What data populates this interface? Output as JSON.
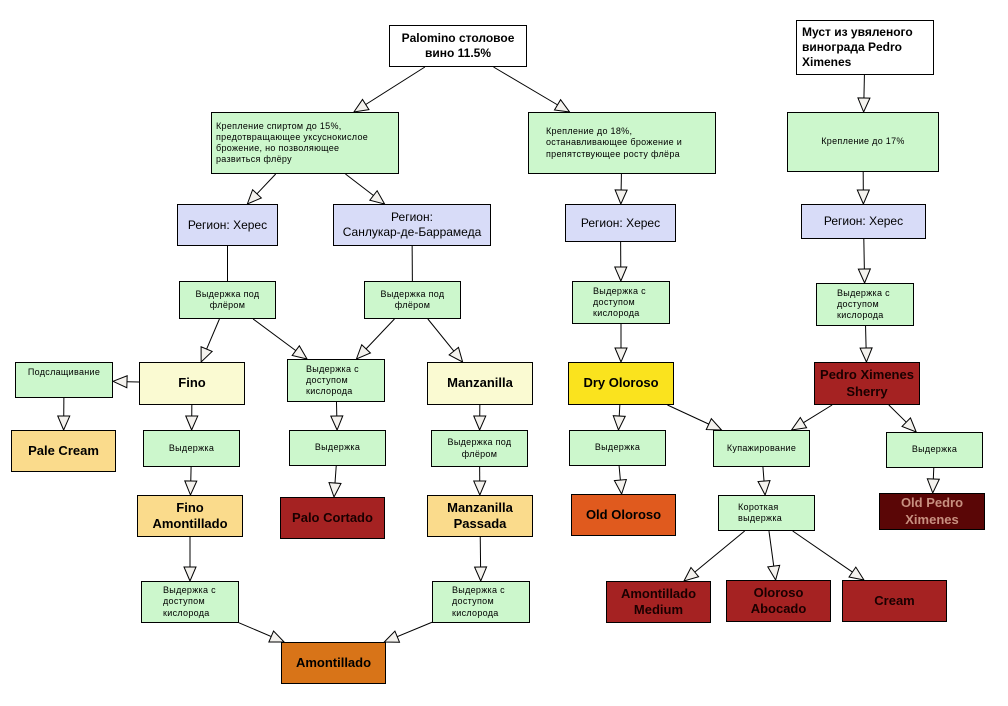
{
  "diagram": {
    "nodes": [
      {
        "id": "palomino",
        "label": "Palomino столовое\nвино 11.5%"
      },
      {
        "id": "must_px",
        "label": "Муст из увяленого\nвинограда Pedro\nXimenes"
      },
      {
        "id": "fort15",
        "label": "Крепление спиртом до 15%,\nпредотвращающее уксуснокислое\nброжение, но позволяющее\nразвиться флёру"
      },
      {
        "id": "fort18",
        "label": "Крепление до 18%,\nостанавливающее брожение и\nпрепятствующее росту флёра"
      },
      {
        "id": "fort17",
        "label": "Крепление до 17%"
      },
      {
        "id": "region_jerez1",
        "label": "Регион: Херес"
      },
      {
        "id": "region_sanlucar",
        "label": "Регион:\nСанлукар-де-Баррамеда"
      },
      {
        "id": "region_jerez2",
        "label": "Регион: Херес"
      },
      {
        "id": "region_jerez3",
        "label": "Регион: Херес"
      },
      {
        "id": "flor1",
        "label": "Выдержка под\nфлёром"
      },
      {
        "id": "flor2",
        "label": "Выдержка под\nфлёром"
      },
      {
        "id": "oxy_mid",
        "label": "Выдержка с\nдоступом\nкислорода"
      },
      {
        "id": "oxy_oloroso",
        "label": "Выдержка с\nдоступом\nкислорода"
      },
      {
        "id": "oxy_px",
        "label": "Выдержка с\nдоступом\nкислорода"
      },
      {
        "id": "sweeten",
        "label": "Подслащивание"
      },
      {
        "id": "fino",
        "label": "Fino"
      },
      {
        "id": "manzanilla",
        "label": "Manzanilla"
      },
      {
        "id": "dry_oloroso",
        "label": "Dry Oloroso"
      },
      {
        "id": "px_sherry",
        "label": "Pedro Ximenes\nSherry"
      },
      {
        "id": "pale_cream",
        "label": "Pale Cream"
      },
      {
        "id": "age_fino",
        "label": "Выдержка"
      },
      {
        "id": "age_mid",
        "label": "Выдержка"
      },
      {
        "id": "flor_manz",
        "label": "Выдержка под\nфлёром"
      },
      {
        "id": "age_oloroso",
        "label": "Выдержка"
      },
      {
        "id": "blend",
        "label": "Купажирование"
      },
      {
        "id": "age_px",
        "label": "Выдержка"
      },
      {
        "id": "fino_amontillado",
        "label": "Fino\nAmontillado"
      },
      {
        "id": "palo_cortado",
        "label": "Palo Cortado"
      },
      {
        "id": "manzanilla_passada",
        "label": "Manzanilla\nPassada"
      },
      {
        "id": "old_oloroso",
        "label": "Old Oloroso"
      },
      {
        "id": "short_age",
        "label": "Короткая\nвыдержка"
      },
      {
        "id": "old_px",
        "label": "Old Pedro\nXimenes"
      },
      {
        "id": "oxy_fa",
        "label": "Выдержка с\nдоступом\nкислорода"
      },
      {
        "id": "oxy_mp",
        "label": "Выдержка с\nдоступом\nкислорода"
      },
      {
        "id": "amontillado_medium",
        "label": "Amontillado\nMedium"
      },
      {
        "id": "oloroso_abocado",
        "label": "Oloroso\nAbocado"
      },
      {
        "id": "cream",
        "label": "Cream"
      },
      {
        "id": "amontillado",
        "label": "Amontillado"
      }
    ],
    "edges": [
      [
        "palomino",
        "fort15",
        true
      ],
      [
        "palomino",
        "fort18",
        true
      ],
      [
        "must_px",
        "fort17",
        true
      ],
      [
        "fort15",
        "region_jerez1",
        true
      ],
      [
        "fort15",
        "region_sanlucar",
        true
      ],
      [
        "fort18",
        "region_jerez2",
        true
      ],
      [
        "fort17",
        "region_jerez3",
        true
      ],
      [
        "region_jerez1",
        "flor1",
        false
      ],
      [
        "region_sanlucar",
        "flor2",
        false
      ],
      [
        "region_jerez2",
        "oxy_oloroso",
        true
      ],
      [
        "region_jerez3",
        "oxy_px",
        true
      ],
      [
        "flor1",
        "fino",
        true
      ],
      [
        "flor1",
        "oxy_mid",
        true
      ],
      [
        "flor2",
        "oxy_mid",
        true
      ],
      [
        "flor2",
        "manzanilla",
        true
      ],
      [
        "oxy_oloroso",
        "dry_oloroso",
        true
      ],
      [
        "oxy_px",
        "px_sherry",
        true
      ],
      [
        "fino",
        "sweeten",
        true
      ],
      [
        "sweeten",
        "pale_cream",
        true
      ],
      [
        "fino",
        "age_fino",
        true
      ],
      [
        "oxy_mid",
        "age_mid",
        true
      ],
      [
        "manzanilla",
        "flor_manz",
        true
      ],
      [
        "dry_oloroso",
        "age_oloroso",
        true
      ],
      [
        "dry_oloroso",
        "blend",
        true
      ],
      [
        "px_sherry",
        "blend",
        true
      ],
      [
        "px_sherry",
        "age_px",
        true
      ],
      [
        "age_fino",
        "fino_amontillado",
        true
      ],
      [
        "age_mid",
        "palo_cortado",
        true
      ],
      [
        "flor_manz",
        "manzanilla_passada",
        true
      ],
      [
        "age_oloroso",
        "old_oloroso",
        true
      ],
      [
        "blend",
        "short_age",
        true
      ],
      [
        "age_px",
        "old_px",
        true
      ],
      [
        "fino_amontillado",
        "oxy_fa",
        true
      ],
      [
        "manzanilla_passada",
        "oxy_mp",
        true
      ],
      [
        "oxy_fa",
        "amontillado",
        true
      ],
      [
        "oxy_mp",
        "amontillado",
        true
      ],
      [
        "short_age",
        "amontillado_medium",
        true
      ],
      [
        "short_age",
        "oloroso_abocado",
        true
      ],
      [
        "short_age",
        "cream",
        true
      ]
    ],
    "colors": {
      "process": "#ccf7cc",
      "region": "#d8dcf8",
      "fino": "#fafad2",
      "light_amber": "#fadb8c",
      "yellow": "#fae31e",
      "amber_orange": "#d87418",
      "orange": "#e05a1e",
      "red_brown": "#a52222",
      "dark_brown": "#5a0606"
    }
  }
}
